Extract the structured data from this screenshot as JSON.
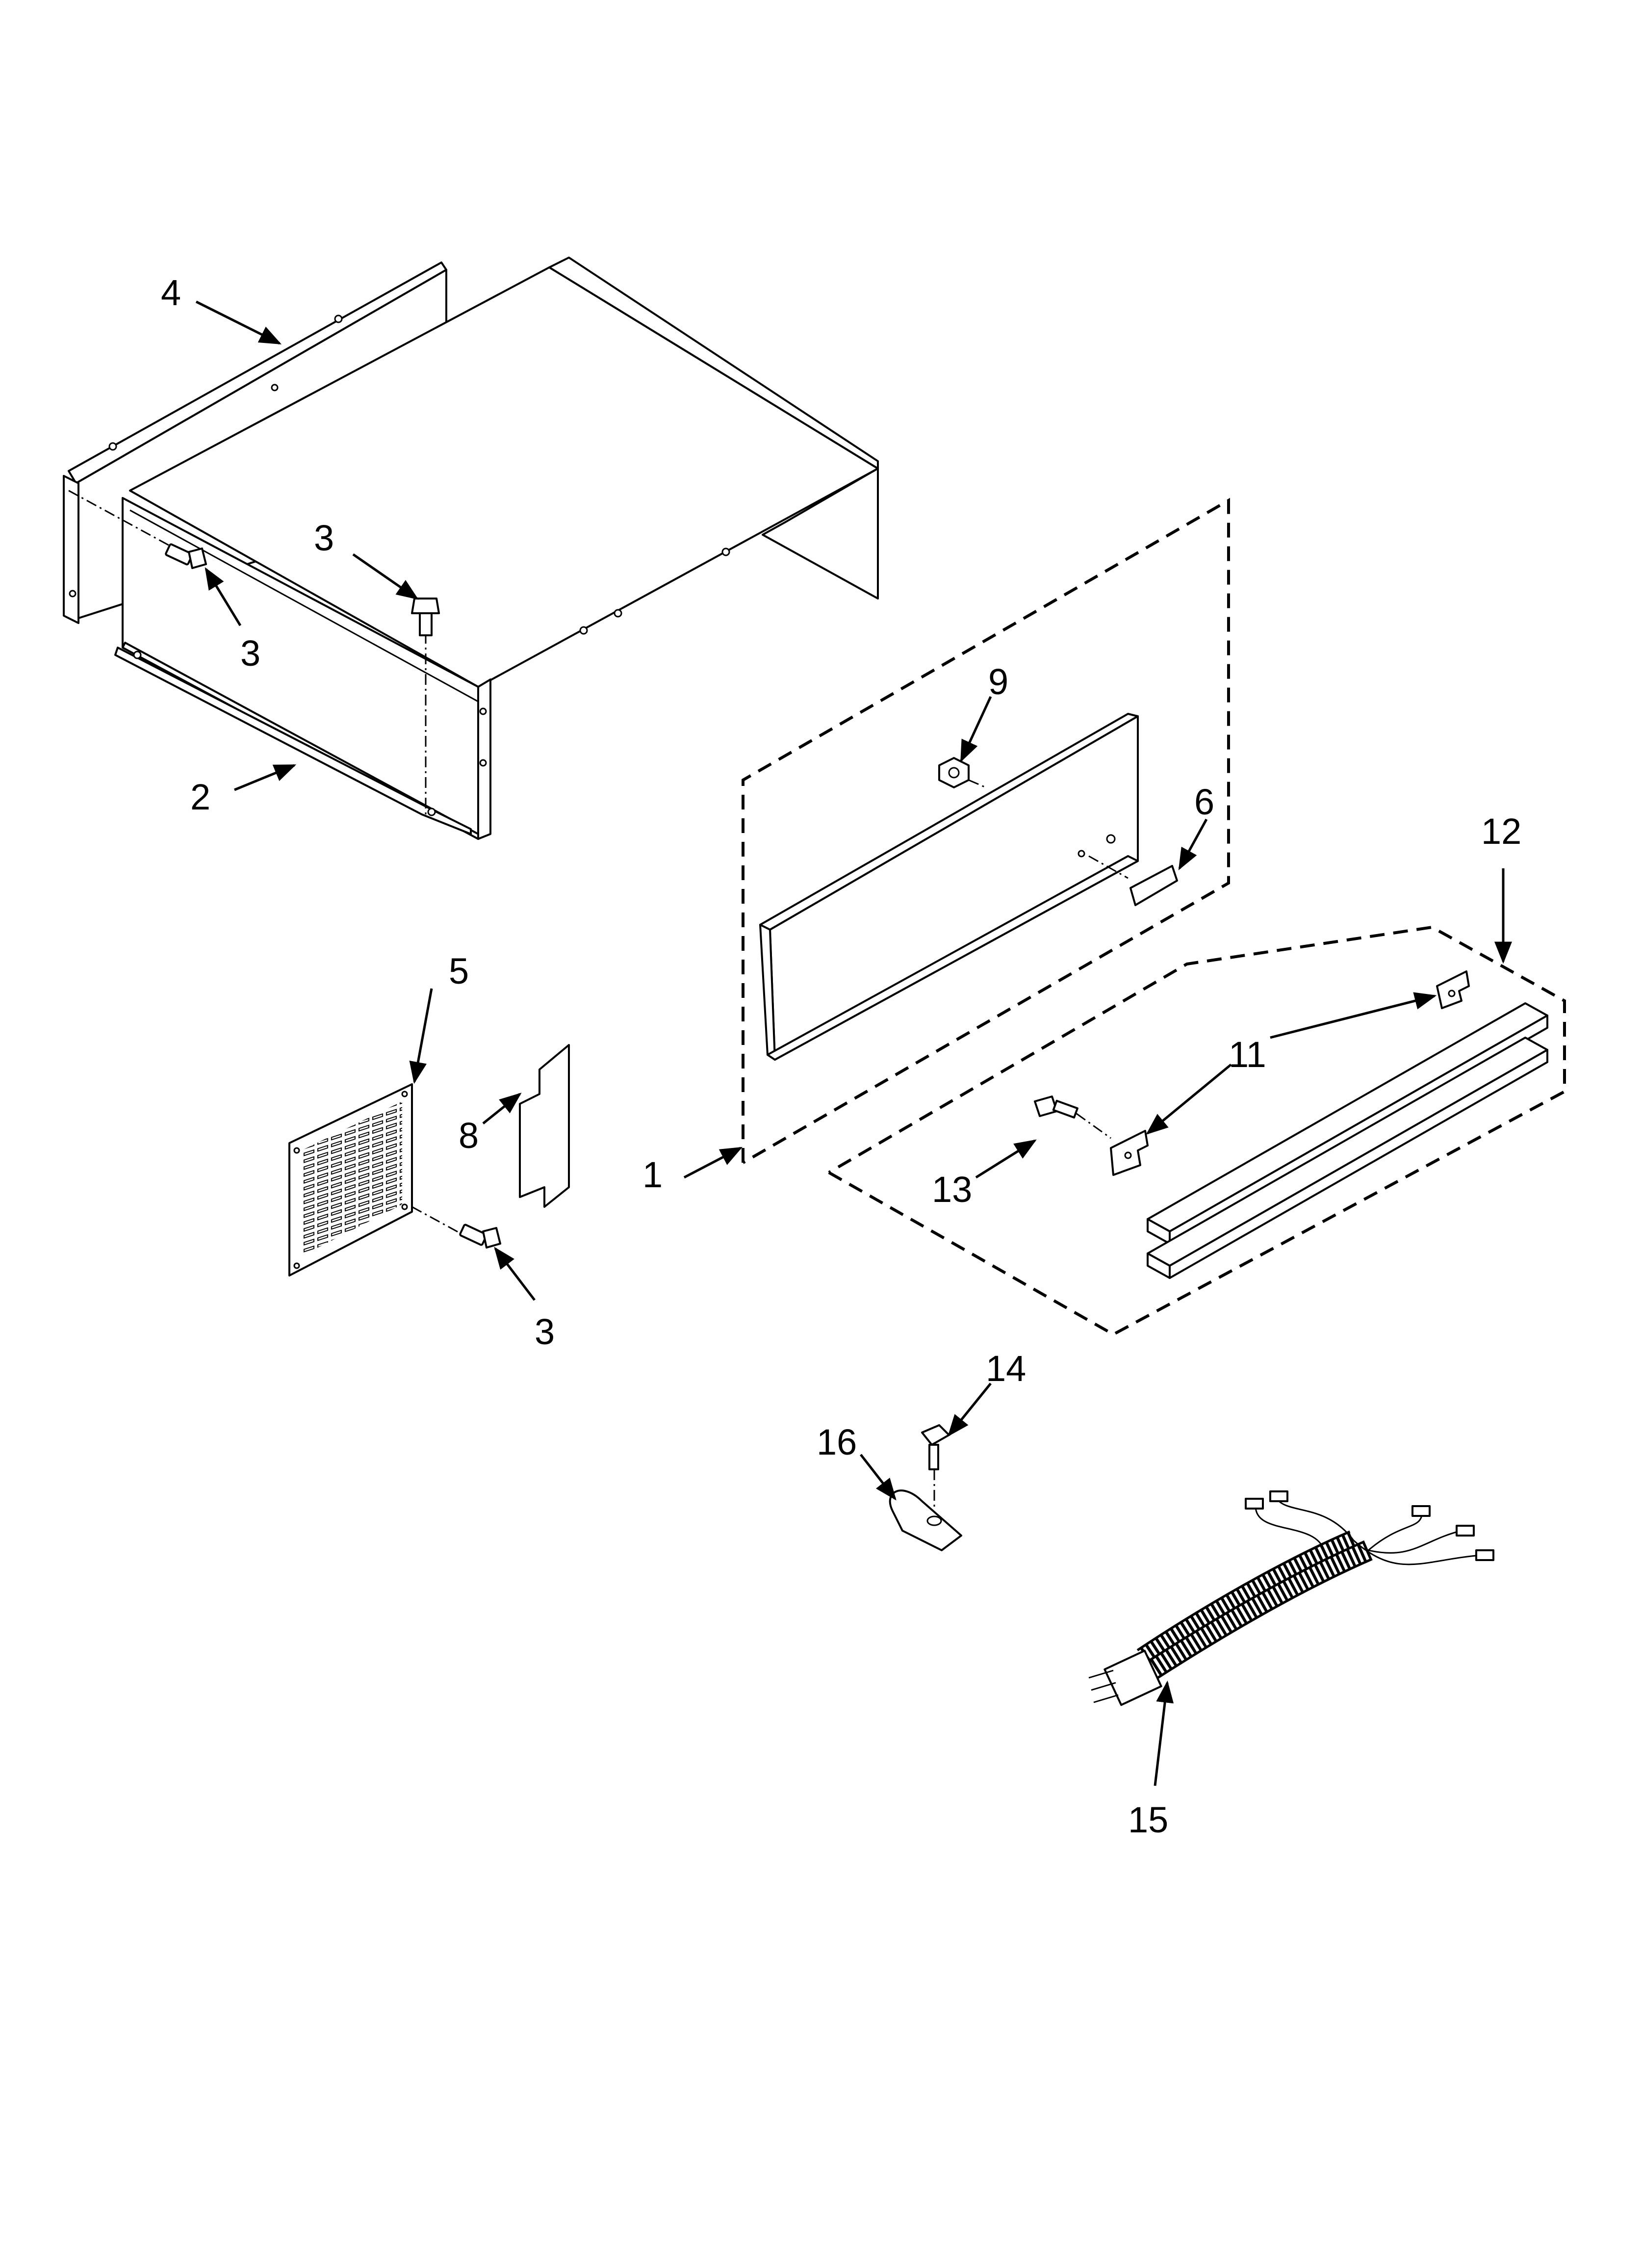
{
  "callouts": {
    "c1": "1",
    "c2": "2",
    "c3a": "3",
    "c3b": "3",
    "c3c": "3",
    "c4": "4",
    "c5": "5",
    "c6": "6",
    "c8": "8",
    "c9": "9",
    "c11": "11",
    "c12": "12",
    "c13": "13",
    "c14": "14",
    "c15": "15",
    "c16": "16"
  }
}
